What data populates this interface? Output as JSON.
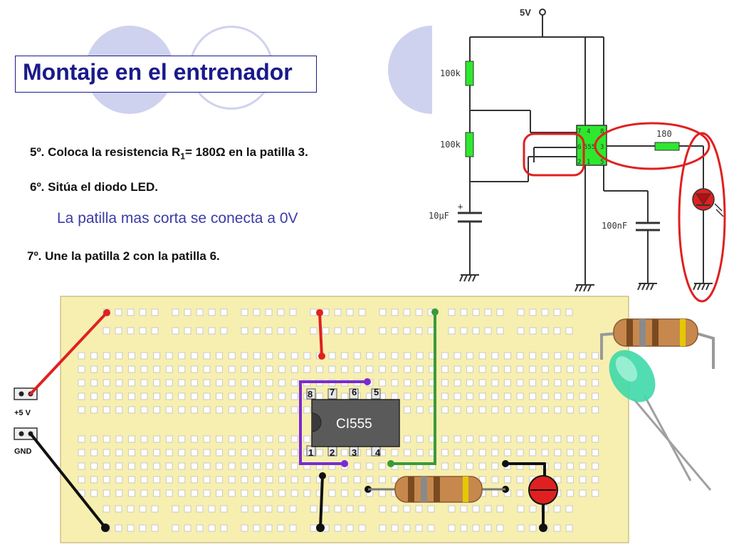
{
  "title": "Montaje en el entrenador",
  "steps": {
    "step5_prefix": "5º. Coloca la resistencia R",
    "step5_sub": "1",
    "step5_suffix": "= 180Ω en la patilla 3.",
    "step6": "6º. Sitúa el diodo LED.",
    "note": "La patilla mas corta se conecta a 0V",
    "step7": "7º. Une la patilla 2 con la patilla 6."
  },
  "schematic": {
    "supply_label": "5V",
    "r_top": "100k",
    "r_mid": "100k",
    "cap_timing": "10µF",
    "cap_polarity": "+",
    "cap_control": "100nF",
    "r_led": "180",
    "ic_pins_top": [
      "7",
      "4",
      "8"
    ],
    "ic_pins_mid": [
      "6",
      "555",
      "3"
    ],
    "ic_pins_bot": [
      "2",
      "1",
      "5"
    ]
  },
  "breadboard": {
    "ic_label": "CI555",
    "ic_pins_top": [
      "8",
      "7",
      "6",
      "5"
    ],
    "ic_pins_bot": [
      "1",
      "2",
      "3",
      "4"
    ],
    "supply_plus": "+5 V",
    "supply_gnd": "GND"
  },
  "colors": {
    "title": "#1a1a8a",
    "highlight": "#e02020",
    "ic_green": "#2ee82e",
    "wire_red": "#e02020",
    "wire_green": "#3a9a3a",
    "wire_purple": "#7a2ad0",
    "breadboard": "#f7efb0"
  }
}
